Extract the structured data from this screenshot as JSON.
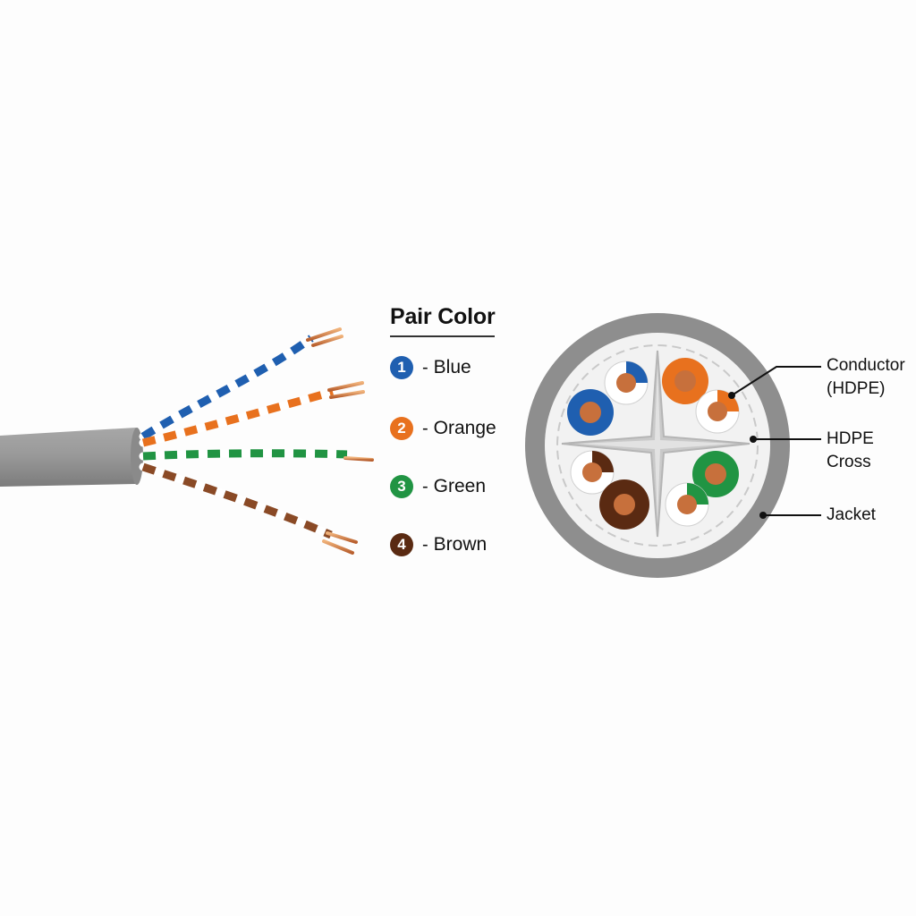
{
  "legend": {
    "title": "Pair Color",
    "items": [
      {
        "number": "1",
        "name": "Blue",
        "color": "#1f5fb0"
      },
      {
        "number": "2",
        "name": "Orange",
        "color": "#e8711e"
      },
      {
        "number": "3",
        "name": "Green",
        "color": "#219443"
      },
      {
        "number": "4",
        "name": "Brown",
        "color": "#5a2a12"
      }
    ],
    "separator": "-"
  },
  "cross_section": {
    "labels": {
      "conductor": [
        "Conductor",
        "(HDPE)"
      ],
      "cross": [
        "HDPE",
        "Cross"
      ],
      "jacket": "Jacket"
    }
  },
  "colors": {
    "jacket": "#8e8e8e",
    "jacket_inner": "#f2f2f2",
    "copper": "#c7703c",
    "cross": "#cfcfcf"
  }
}
